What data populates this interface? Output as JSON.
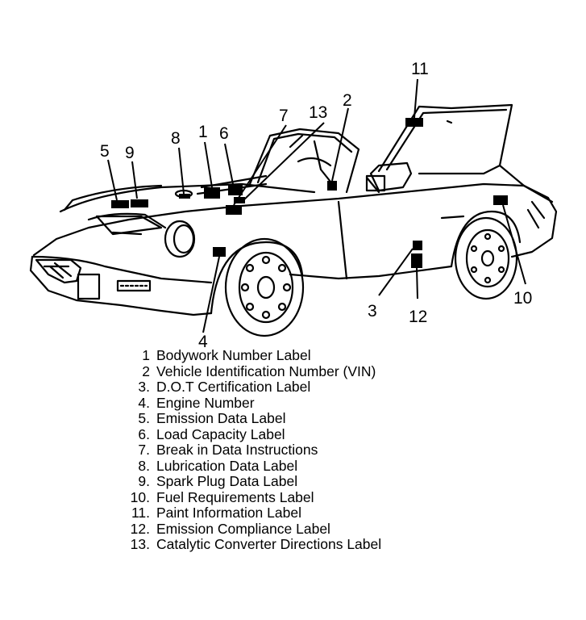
{
  "callouts": [
    "1",
    "2",
    "3",
    "4",
    "5",
    "6",
    "7",
    "8",
    "9",
    "10",
    "11",
    "12",
    "13"
  ],
  "legend": [
    {
      "num": "1",
      "text": "Bodywork Number Label"
    },
    {
      "num": "2",
      "text": "Vehicle Identification Number (VIN)"
    },
    {
      "num": "3.",
      "text": "D.O.T Certification Label"
    },
    {
      "num": "4.",
      "text": "Engine Number"
    },
    {
      "num": "5.",
      "text": "Emission Data Label"
    },
    {
      "num": "6.",
      "text": "Load Capacity Label"
    },
    {
      "num": "7.",
      "text": "Break in Data Instructions"
    },
    {
      "num": "8.",
      "text": "Lubrication Data Label"
    },
    {
      "num": "9.",
      "text": "Spark Plug Data Label"
    },
    {
      "num": "10.",
      "text": "Fuel Requirements Label"
    },
    {
      "num": "11.",
      "text": "Paint Information Label"
    },
    {
      "num": "12.",
      "text": "Emission Compliance Label"
    },
    {
      "num": "13.",
      "text": "Catalytic Converter Directions Label"
    }
  ],
  "colors": {
    "ink": "#000000",
    "paper": "#ffffff"
  }
}
